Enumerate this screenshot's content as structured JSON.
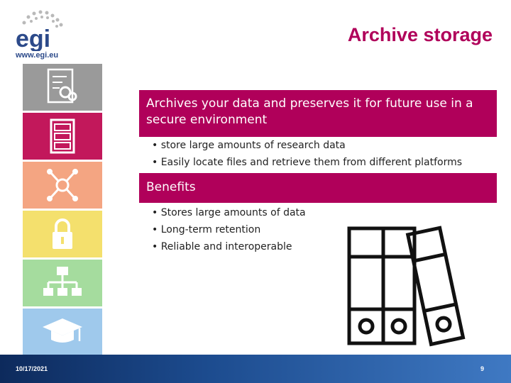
{
  "slide": {
    "title": "Archive storage",
    "logo_url_text": "www.egi.eu",
    "logo_icon": "egi-logo",
    "accent_color": "#b0005a"
  },
  "section1": {
    "heading": "Archives your data and preserves it for future use in a secure environment",
    "bullets": [
      "• store large amounts of research data",
      "• Easily locate files and retrieve them from different platforms"
    ]
  },
  "section2": {
    "heading": "Benefits",
    "bullets": [
      "• Stores large amounts of data",
      "• Long-term retention",
      "• Reliable and interoperable"
    ]
  },
  "sidebar": {
    "tiles": [
      {
        "icon": "document-gears-icon",
        "color": "#9a9a9a"
      },
      {
        "icon": "filing-cabinet-icon",
        "color": "#c2185b"
      },
      {
        "icon": "network-hub-icon",
        "color": "#f4a582"
      },
      {
        "icon": "padlock-icon",
        "color": "#f4e06d"
      },
      {
        "icon": "org-chart-icon",
        "color": "#a5dc9e"
      },
      {
        "icon": "graduation-cap-icon",
        "color": "#9fc9ec"
      }
    ]
  },
  "illustration": {
    "icon": "archive-binders-icon"
  },
  "footer": {
    "date": "10/17/2021",
    "page_number": "9"
  }
}
